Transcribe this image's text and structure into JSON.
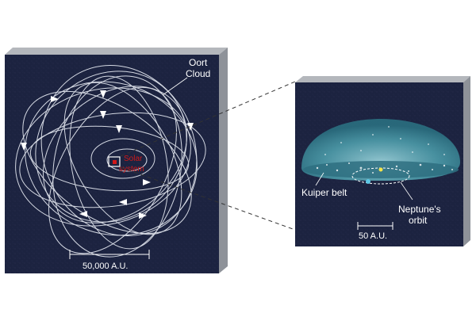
{
  "left_panel": {
    "oort_label_line1": "Oort",
    "oort_label_line2": "Cloud",
    "solar_label_line1": "Solar",
    "solar_label_line2": "system",
    "scale_label": "50,000 A.U."
  },
  "right_panel": {
    "kuiper_label": "Kuiper belt",
    "neptune_label_line1": "Neptune's",
    "neptune_label_line2": "orbit",
    "scale_label": "50 A.U."
  },
  "colors": {
    "panel_face": "#1c2340",
    "panel_side": "#8e9299",
    "panel_top": "#b4b7bc",
    "orbit": "#e8ecf4",
    "solar_red": "#d01818",
    "kuiper_disk": "#4fa3b0",
    "neptune_dot": "#5ec8e6",
    "sun_dot": "#f4e34a"
  }
}
